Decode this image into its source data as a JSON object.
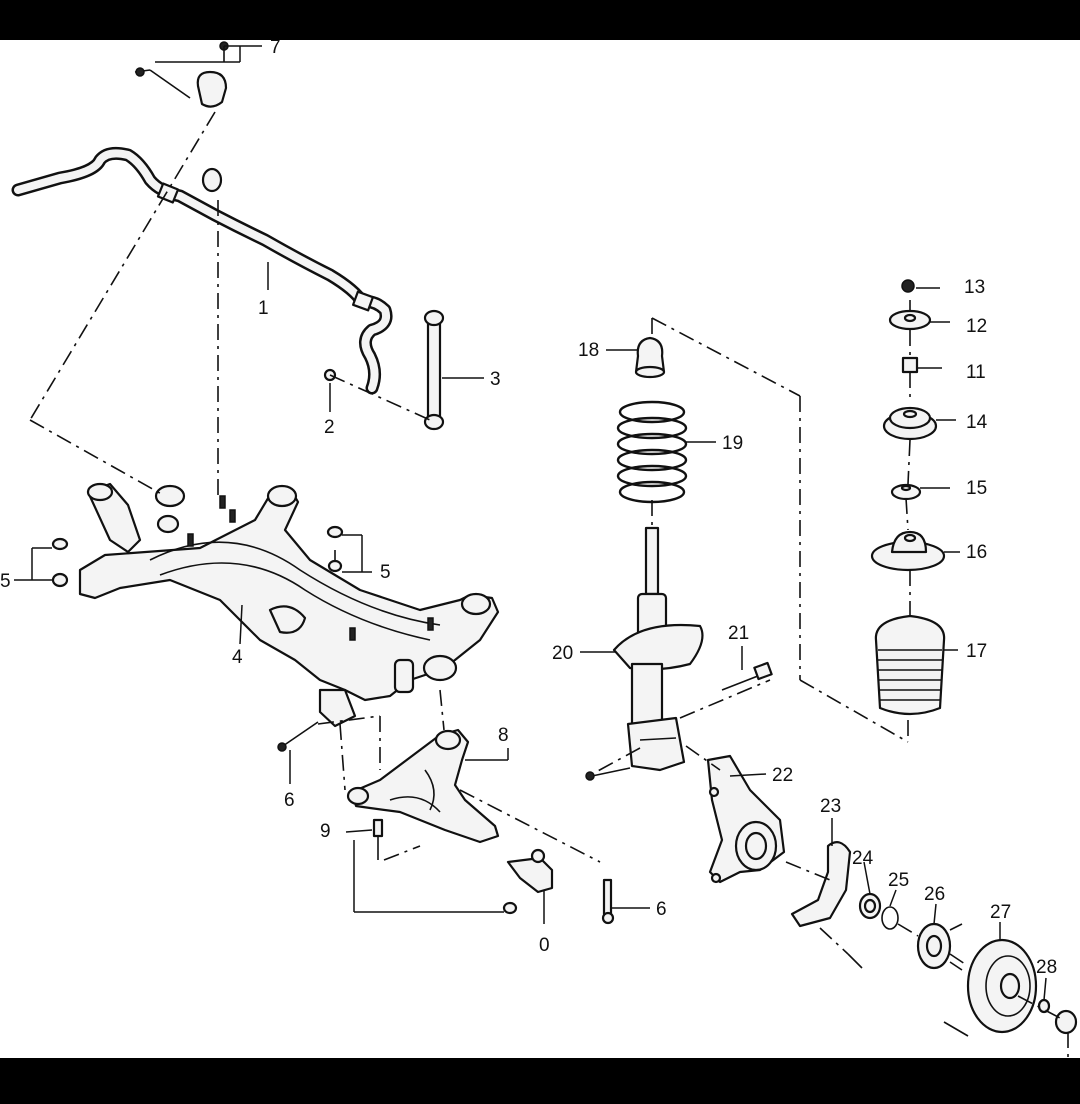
{
  "diagram": {
    "callouts": {
      "c1": "1",
      "c2": "2",
      "c3": "3",
      "c4": "4",
      "c5a": "5",
      "c5b": "5",
      "c6a": "6",
      "c6b": "6",
      "c7": "7",
      "c8": "8",
      "c9": "9",
      "c0": "0",
      "c11": "11",
      "c12": "12",
      "c13": "13",
      "c14": "14",
      "c15": "15",
      "c16": "16",
      "c17": "17",
      "c18": "18",
      "c19": "19",
      "c20": "20",
      "c21": "21",
      "c22": "22",
      "c23": "23",
      "c24": "24",
      "c25": "25",
      "c26": "26",
      "c27": "27",
      "c28": "28"
    }
  }
}
